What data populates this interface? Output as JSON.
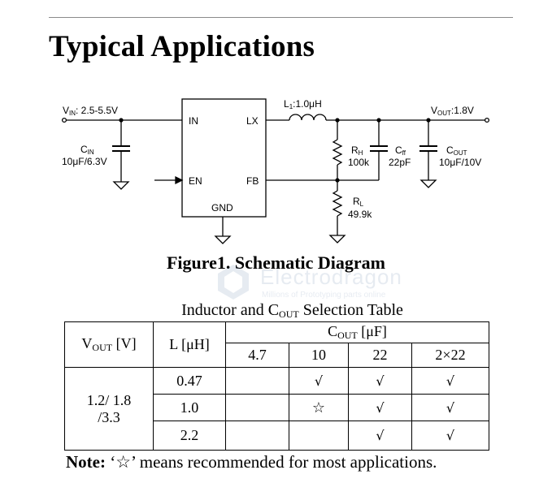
{
  "heading": "Typical Applications",
  "schematic": {
    "vin_label": "V",
    "vin_sub": "IN",
    "vin_value": ": 2.5-5.5V",
    "cin_label": "C",
    "cin_sub": "IN",
    "cin_value": "10μF/6.3V",
    "pin_in": "IN",
    "pin_en": "EN",
    "pin_gnd": "GND",
    "pin_lx": "LX",
    "pin_fb": "FB",
    "l1_label": "L",
    "l1_sub": "1",
    "l1_value": ":1.0μH",
    "vout_label": "V",
    "vout_sub": "OUT",
    "vout_value": ":1.8V",
    "rh_label": "R",
    "rh_sub": "H",
    "rh_value": "100k",
    "cff_label": "C",
    "cff_sub": "ff",
    "cff_value": "22pF",
    "cout_label": "C",
    "cout_sub": "OUT",
    "cout_value": "10μF/10V",
    "rl_label": "R",
    "rl_sub": "L",
    "rl_value": "49.9k"
  },
  "figure_caption": "Figure1. Schematic Diagram",
  "watermark": {
    "text": "Electrodragon",
    "subtext": "Millions of Prototyping parts online"
  },
  "table": {
    "caption_pre": "Inductor and C",
    "caption_sub": "OUT",
    "caption_post": " Selection Table",
    "vout_head_main": "V",
    "vout_head_sub": "OUT",
    "vout_head_unit": " [V]",
    "l_head": "L [μH]",
    "cout_head_main": "C",
    "cout_head_sub": "OUT",
    "cout_head_unit": " [μF]",
    "cap_cols": [
      "4.7",
      "10",
      "22",
      "2×22"
    ],
    "vout_value_line1": "1.2/ 1.8",
    "vout_value_line2": "/3.3",
    "rows": [
      {
        "l": "0.47",
        "cells": [
          "",
          "√",
          "√",
          "√"
        ]
      },
      {
        "l": "1.0",
        "cells": [
          "",
          "☆",
          "√",
          "√"
        ]
      },
      {
        "l": "2.2",
        "cells": [
          "",
          "",
          "√",
          "√"
        ]
      }
    ]
  },
  "note": {
    "label": "Note:",
    "text": " ‘☆’ means recommended for most applications."
  }
}
